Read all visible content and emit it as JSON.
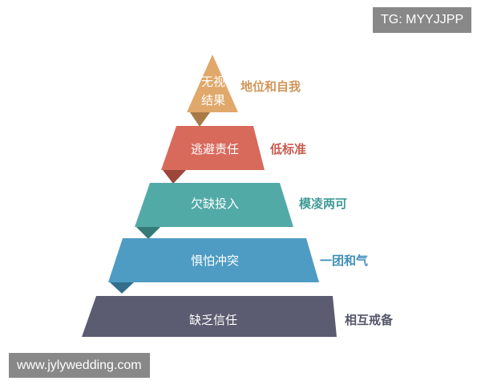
{
  "diagram": {
    "levels": [
      {
        "inner_text": [
          "无视",
          "结果"
        ],
        "side_text": "地位和自我",
        "color": "#e0a86a",
        "fold_color": "#a77a48",
        "side_color": "#d2965a"
      },
      {
        "inner_text": [
          "逃避责任"
        ],
        "side_text": "低标准",
        "color": "#d86a5c",
        "fold_color": "#9c463c",
        "side_color": "#c85a4e"
      },
      {
        "inner_text": [
          "欠缺投入"
        ],
        "side_text": "模凌两可",
        "color": "#52aaa7",
        "fold_color": "#347a78",
        "side_color": "#3f9a96"
      },
      {
        "inner_text": [
          "惧怕冲突"
        ],
        "side_text": "一团和气",
        "color": "#4e9cc4",
        "fold_color": "#336e8e",
        "side_color": "#3f8eb8"
      },
      {
        "inner_text": [
          "缺乏信任"
        ],
        "side_text": "相互戒备",
        "color": "#5b5c71",
        "fold_color": "#3e3f50",
        "side_color": "#55566a"
      }
    ]
  },
  "watermarks": {
    "top_right": "TG: MYYJJPP",
    "bottom_left": "www.jylywedding.com"
  }
}
